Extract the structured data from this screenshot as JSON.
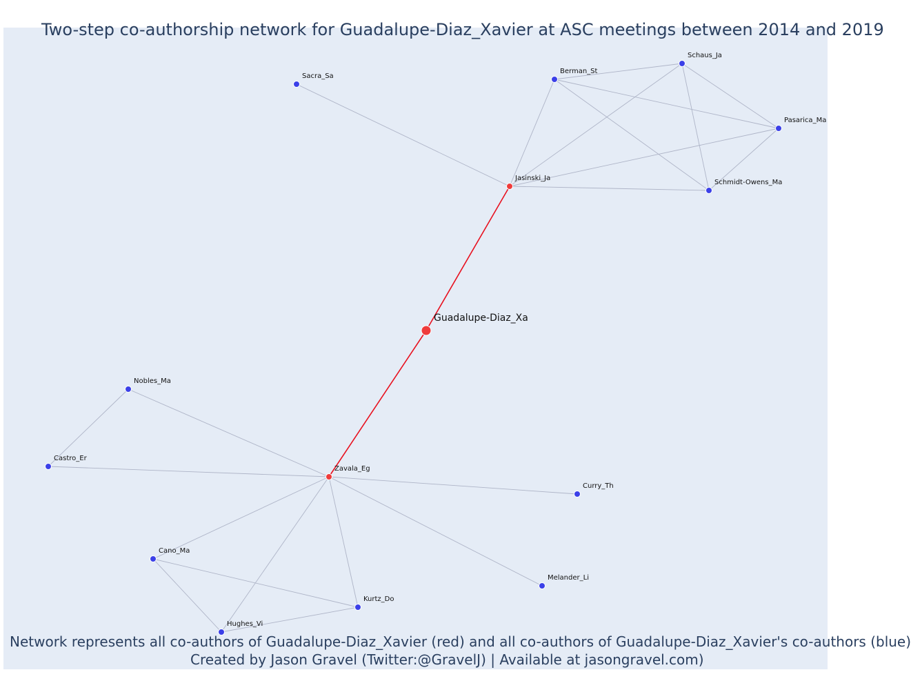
{
  "title": "Two-step co-authorship network for Guadalupe-Diaz_Xavier at ASC meetings between 2014 and 2019",
  "caption_line_1": "Network represents all co-authors of Guadalupe-Diaz_Xavier (red) and all co-authors of Guadalupe-Diaz_Xavier's co-authors (blue)",
  "caption_line_2": "Created by Jason Gravel (Twitter:@GravelJ) | Available at jasongravel.com)",
  "colors": {
    "background": "#e5ecf6",
    "focal_edge": "#e8101e",
    "edge": "#aeb4c7",
    "red_node": "#ef3b3b",
    "blue_node": "#3b40e8",
    "text": "#2a3f5f"
  },
  "nodes": [
    {
      "id": "Guadalupe-Diaz_Xa",
      "label": "Guadalupe-Diaz_Xa",
      "group": "focal"
    },
    {
      "id": "Jasinski_Ja",
      "label": "Jasinski_Ja",
      "group": "coauthor"
    },
    {
      "id": "Zavala_Eg",
      "label": "Zavala_Eg",
      "group": "coauthor"
    },
    {
      "id": "Sacra_Sa",
      "label": "Sacra_Sa",
      "group": "second"
    },
    {
      "id": "Berman_St",
      "label": "Berman_St",
      "group": "second"
    },
    {
      "id": "Schaus_Ja",
      "label": "Schaus_Ja",
      "group": "second"
    },
    {
      "id": "Pasarica_Ma",
      "label": "Pasarica_Ma",
      "group": "second"
    },
    {
      "id": "Schmidt-Owens_Ma",
      "label": "Schmidt-Owens_Ma",
      "group": "second"
    },
    {
      "id": "Nobles_Ma",
      "label": "Nobles_Ma",
      "group": "second"
    },
    {
      "id": "Castro_Er",
      "label": "Castro_Er",
      "group": "second"
    },
    {
      "id": "Curry_Th",
      "label": "Curry_Th",
      "group": "second"
    },
    {
      "id": "Cano_Ma",
      "label": "Cano_Ma",
      "group": "second"
    },
    {
      "id": "Melander_Li",
      "label": "Melander_Li",
      "group": "second"
    },
    {
      "id": "Kurtz_Do",
      "label": "Kurtz_Do",
      "group": "second"
    },
    {
      "id": "Hughes_Vi",
      "label": "Hughes_Vi",
      "group": "second"
    }
  ],
  "edges": [
    {
      "source": "Guadalupe-Diaz_Xa",
      "target": "Jasinski_Ja",
      "focal": true
    },
    {
      "source": "Guadalupe-Diaz_Xa",
      "target": "Zavala_Eg",
      "focal": true
    },
    {
      "source": "Jasinski_Ja",
      "target": "Sacra_Sa",
      "focal": false
    },
    {
      "source": "Jasinski_Ja",
      "target": "Berman_St",
      "focal": false
    },
    {
      "source": "Jasinski_Ja",
      "target": "Schaus_Ja",
      "focal": false
    },
    {
      "source": "Jasinski_Ja",
      "target": "Pasarica_Ma",
      "focal": false
    },
    {
      "source": "Jasinski_Ja",
      "target": "Schmidt-Owens_Ma",
      "focal": false
    },
    {
      "source": "Berman_St",
      "target": "Schaus_Ja",
      "focal": false
    },
    {
      "source": "Berman_St",
      "target": "Pasarica_Ma",
      "focal": false
    },
    {
      "source": "Berman_St",
      "target": "Schmidt-Owens_Ma",
      "focal": false
    },
    {
      "source": "Schaus_Ja",
      "target": "Pasarica_Ma",
      "focal": false
    },
    {
      "source": "Schaus_Ja",
      "target": "Schmidt-Owens_Ma",
      "focal": false
    },
    {
      "source": "Pasarica_Ma",
      "target": "Schmidt-Owens_Ma",
      "focal": false
    },
    {
      "source": "Zavala_Eg",
      "target": "Nobles_Ma",
      "focal": false
    },
    {
      "source": "Zavala_Eg",
      "target": "Castro_Er",
      "focal": false
    },
    {
      "source": "Nobles_Ma",
      "target": "Castro_Er",
      "focal": false
    },
    {
      "source": "Zavala_Eg",
      "target": "Curry_Th",
      "focal": false
    },
    {
      "source": "Zavala_Eg",
      "target": "Melander_Li",
      "focal": false
    },
    {
      "source": "Zavala_Eg",
      "target": "Cano_Ma",
      "focal": false
    },
    {
      "source": "Zavala_Eg",
      "target": "Kurtz_Do",
      "focal": false
    },
    {
      "source": "Zavala_Eg",
      "target": "Hughes_Vi",
      "focal": false
    },
    {
      "source": "Cano_Ma",
      "target": "Kurtz_Do",
      "focal": false
    },
    {
      "source": "Cano_Ma",
      "target": "Hughes_Vi",
      "focal": false
    },
    {
      "source": "Kurtz_Do",
      "target": "Hughes_Vi",
      "focal": false
    }
  ]
}
